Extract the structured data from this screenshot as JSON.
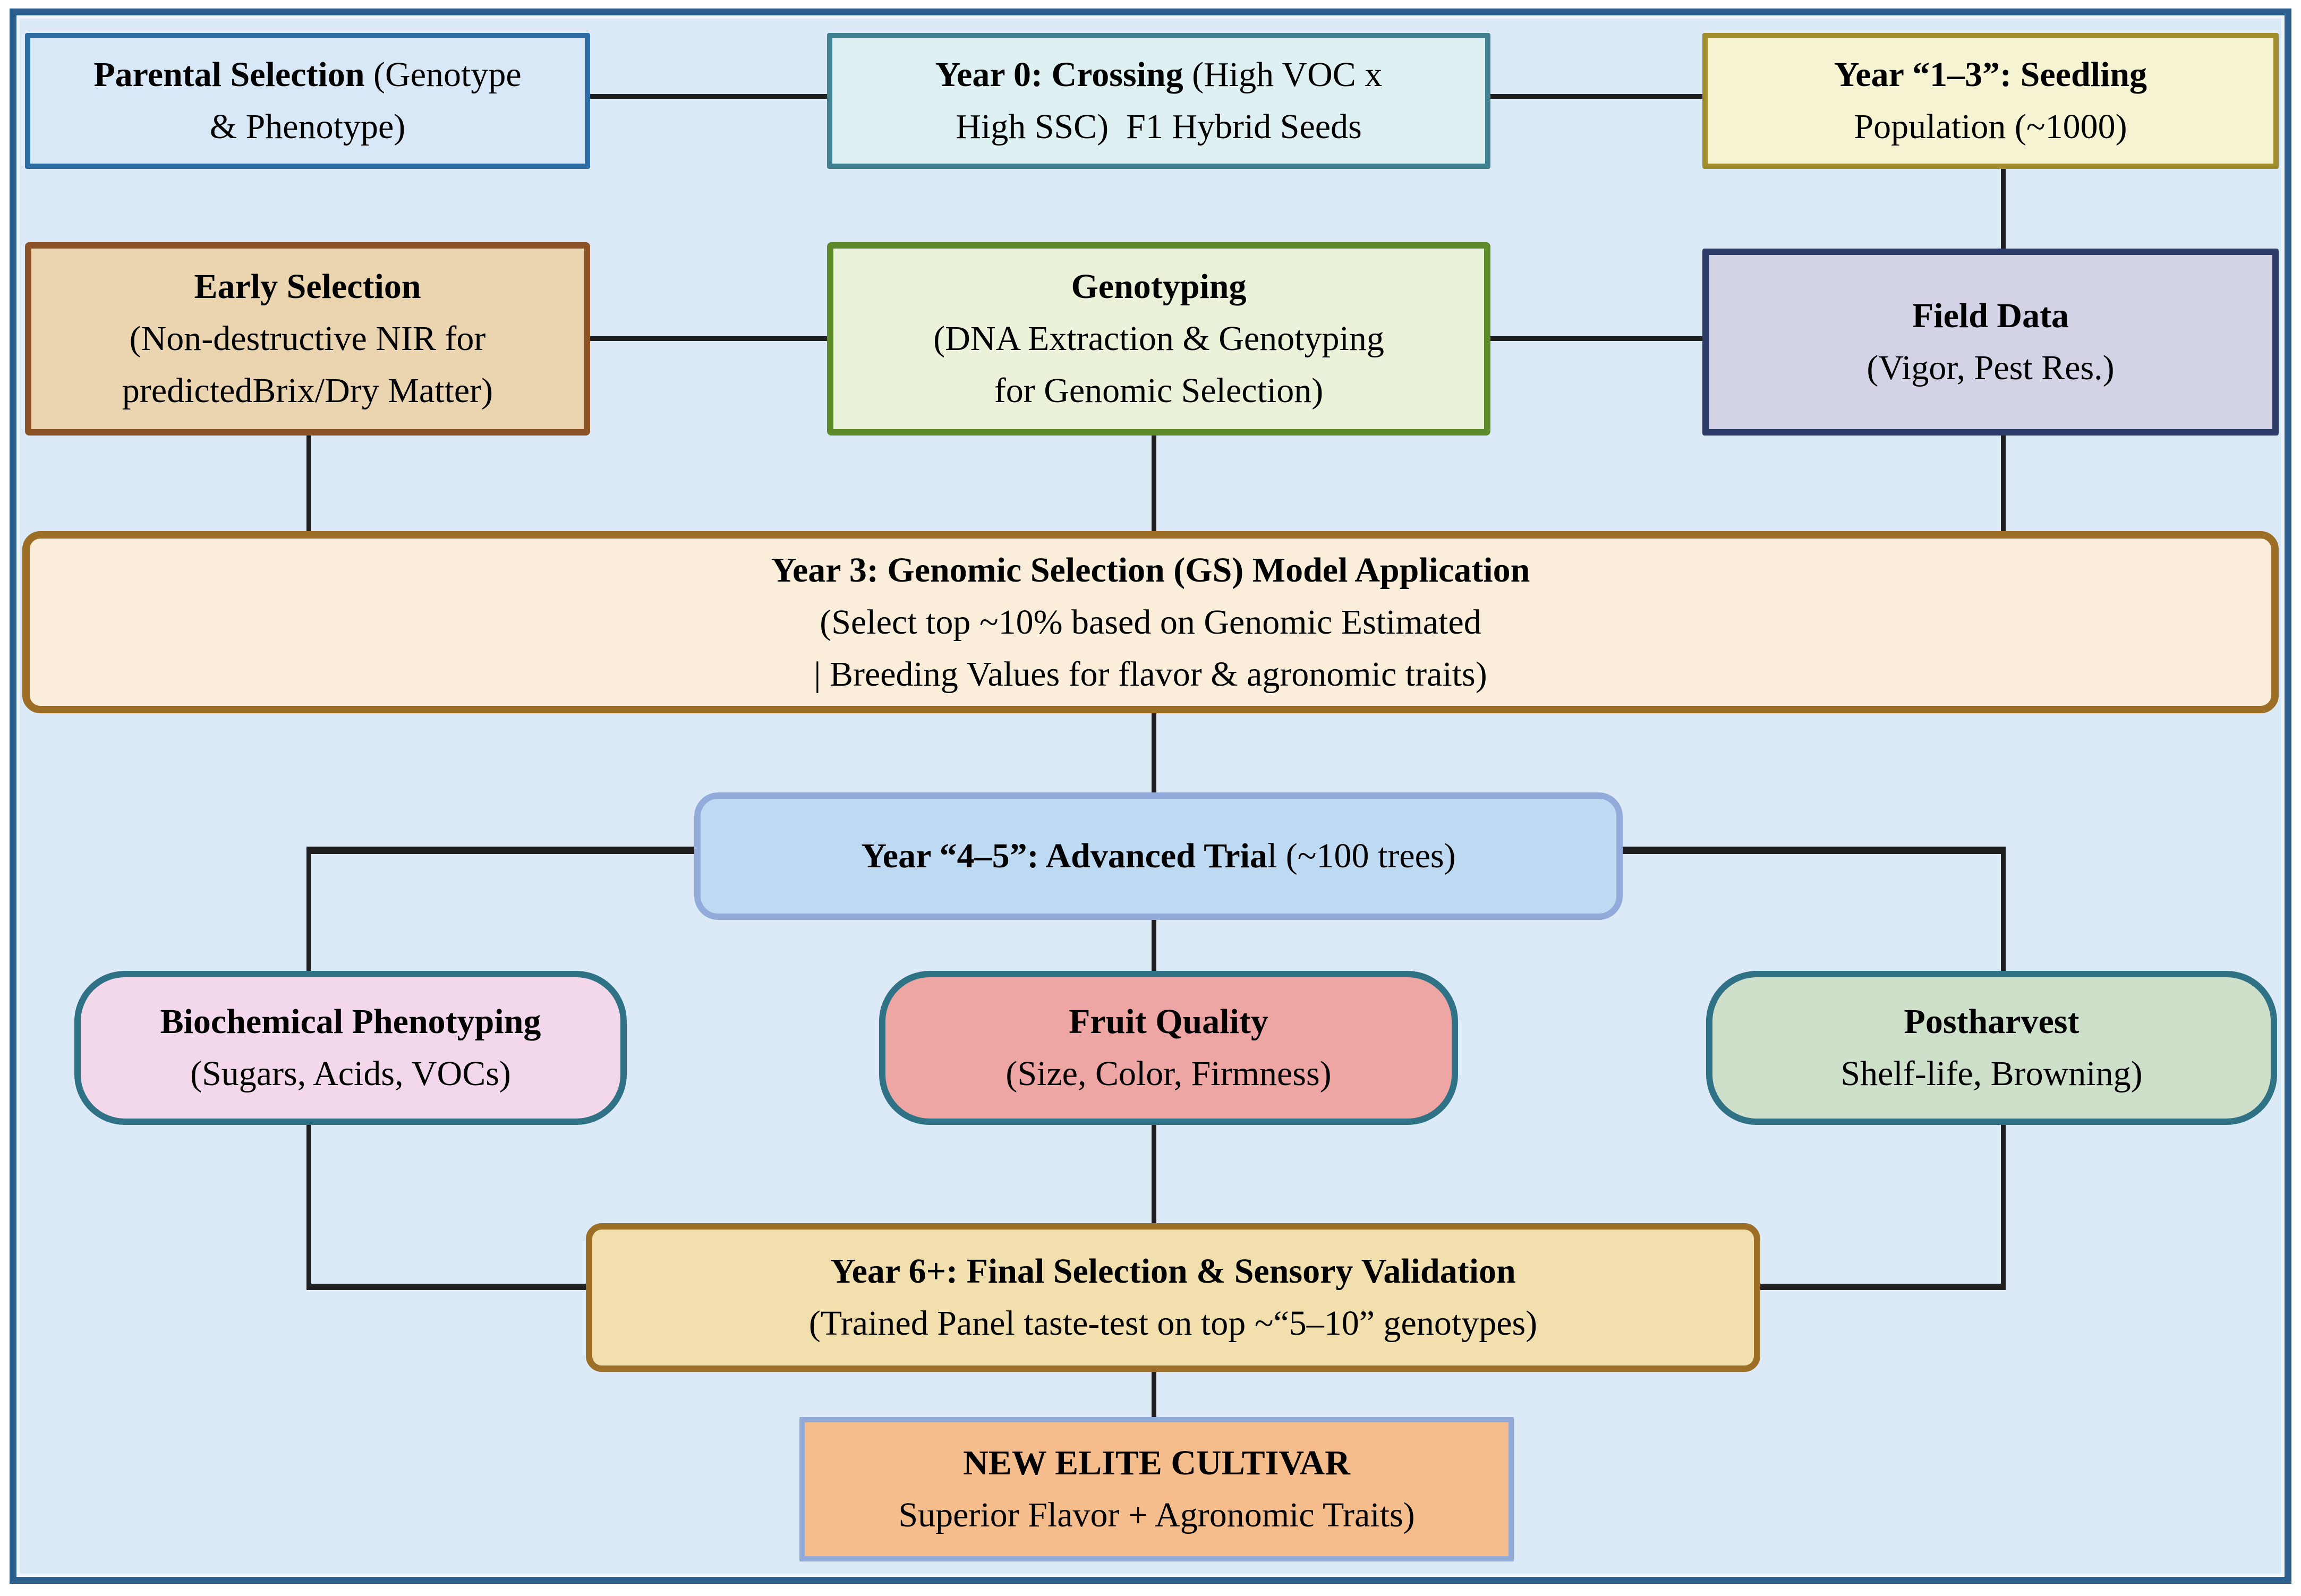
{
  "palette": {
    "page_margin": "#ffffff",
    "canvas_background": "#dce9f7",
    "frame_border": "#2d5f8e",
    "connector": "#1f1f1f"
  },
  "nodes": {
    "parental": {
      "line1_bold": "Parental Selection",
      "line1_rest": " (Genotype",
      "line2": "& Phenotype)",
      "fill": "#d9e8f6",
      "border": "#2e6da4"
    },
    "crossing": {
      "line1_bold": "Year 0: Crossing",
      "line1_rest": " (High VOC x",
      "line2": "High SSC)  F1 Hybrid Seeds",
      "fill": "#def0f2",
      "border": "#41808e"
    },
    "seedling": {
      "line1_bold": "Year “1–3”: Seedling",
      "line2": "Population (~1000)",
      "fill": "#f6f3d2",
      "border": "#a18d2b"
    },
    "early_selection": {
      "line1_bold": "Early Selection",
      "line2": "(Non-destructive NIR for",
      "line3": "predictedBrix/Dry Matter)",
      "fill": "#ebd5b0",
      "border": "#8c5426"
    },
    "genotyping": {
      "line1_bold": "Genotyping",
      "line2": "(DNA Extraction & Genotyping",
      "line3": "for Genomic Selection)",
      "fill": "#eaf3da",
      "border": "#5d8b2a"
    },
    "field_data": {
      "line1_bold": "Field Data",
      "line2": "(Vigor, Pest Res.)",
      "fill": "#d2d4e6",
      "border": "#2c3b68"
    },
    "gs_model": {
      "line1_bold": "Year 3: Genomic Selection (GS) Model Application",
      "line2": "(Select top ~10% based on Genomic Estimated",
      "line3": "| Breeding Values for flavor & agronomic traits)",
      "fill": "#faeeda",
      "border": "#9c6e26"
    },
    "advanced_trial": {
      "line1_bold": "Year “4–5”: Advanced Tria",
      "line1_rest": "l (~100 trees)",
      "fill": "#bed9f2",
      "border": "#93abda"
    },
    "biochemical": {
      "line1_bold": "Biochemical Phenotyping",
      "line2": "(Sugars, Acids, VOCs)",
      "fill": "#f2d8ea",
      "border": "#2f7286"
    },
    "fruit_quality": {
      "line1_bold": "Fruit Quality",
      "line2": "(Size, Color, Firmness)",
      "fill": "#eda6a3",
      "border": "#2f7286"
    },
    "postharvest": {
      "line1_bold": "Postharvest",
      "line2": "Shelf-life, Browning)",
      "fill": "#cfe0ca",
      "border": "#2f7286"
    },
    "final_selection": {
      "line1_bold": "Year 6+: Final Selection & Sensory Validation",
      "line2": "(Trained Panel taste-test on top ~“5–10” genotypes)",
      "fill": "#f1dfad",
      "border": "#9c6e26"
    },
    "elite_cultivar": {
      "line1_bold": "NEW ELITE CULTIVAR",
      "line2": "Superior Flavor + Agronomic Traits)",
      "fill": "#f6bd8c",
      "border": "#93abd8"
    }
  }
}
